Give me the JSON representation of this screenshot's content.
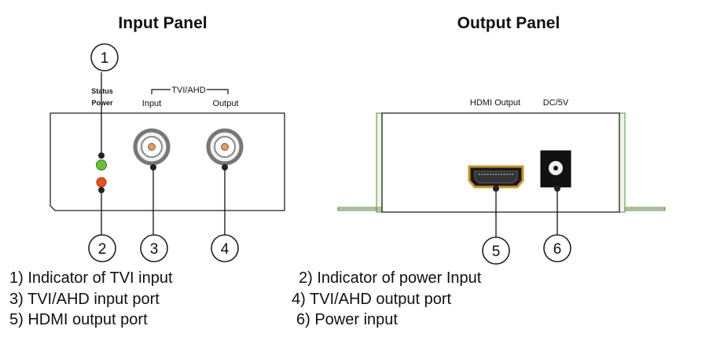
{
  "input_panel": {
    "title": "Input Panel",
    "status_label": "Status",
    "power_label": "Power",
    "group_label": "TVI/AHD",
    "input_label": "Input",
    "output_label": "Output"
  },
  "output_panel": {
    "title": "Output Panel",
    "hdmi_label": "HDMI Output",
    "dc_label": "DC/5V"
  },
  "callouts": [
    "1",
    "2",
    "3",
    "4",
    "5",
    "6"
  ],
  "legend": [
    "1) Indicator of TVI input",
    "2) Indicator of power Input",
    "3) TVI/AHD input port",
    "4) TVI/AHD output port",
    "5) HDMI output port",
    "6) Power input"
  ],
  "colors": {
    "status_led": "#6dbf3a",
    "power_led": "#e8501c",
    "hdmi_gold": "#c8962a",
    "flange_green": "#8fc46a"
  }
}
